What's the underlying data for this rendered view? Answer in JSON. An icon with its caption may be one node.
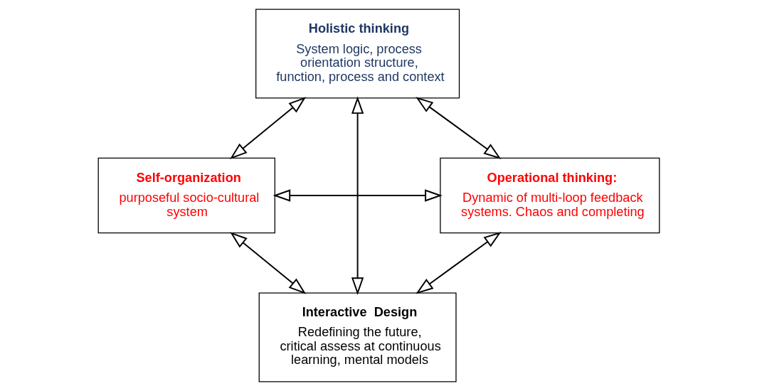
{
  "diagram": {
    "nodes": [
      {
        "text": [
          "Holistic thinking",
          "System logic, process orientation structure, function, process and context"
        ]
      },
      {
        "text": [
          "Self-organization",
          "purposeful socio-cultural system"
        ]
      },
      {
        "text": [
          "Operational thinking:",
          "Dynamic of multi-loop feedback systems. Chaos and completing"
        ]
      },
      {
        "text": [
          "Interactive  Design",
          "Redefining the future, critical assess at continuous learning, mental models"
        ]
      }
    ],
    "edges": [
      {
        "from": 1,
        "to": 0,
        "arrow": "both"
      },
      {
        "from": 0,
        "to": 2,
        "arrow": "both"
      },
      {
        "from": 1,
        "to": 2,
        "arrow": "both"
      },
      {
        "from": 0,
        "to": 3,
        "arrow": "both"
      },
      {
        "from": 1,
        "to": 3,
        "arrow": "both"
      },
      {
        "from": 2,
        "to": 3,
        "arrow": "both"
      }
    ]
  }
}
